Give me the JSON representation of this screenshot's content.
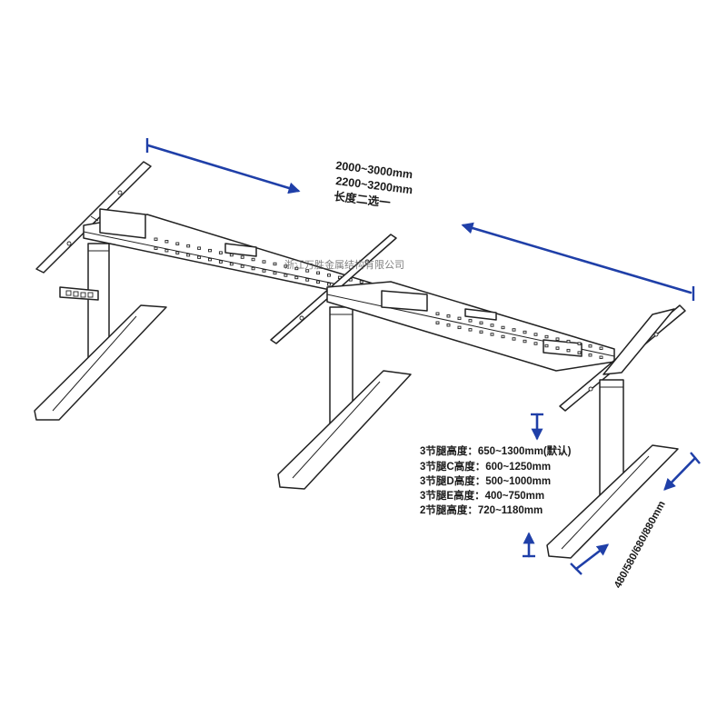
{
  "diagram": {
    "length_options": [
      "2000~3000mm",
      "2200~3200mm"
    ],
    "length_note": "长度二选一",
    "watermark": "浙江万胜金属结构有限公司",
    "height_specs": [
      "3节腿高度：650~1300mm(默认)",
      "3节腿C高度：600~1250mm",
      "3节腿D高度：500~1000mm",
      "3节腿E高度：400~750mm",
      "2节腿高度：720~1180mm"
    ],
    "depth_options": "480/580/680/880mm",
    "colors": {
      "dimension_arrow": "#1f3fa8",
      "frame_line": "#222222",
      "background": "#ffffff"
    }
  }
}
